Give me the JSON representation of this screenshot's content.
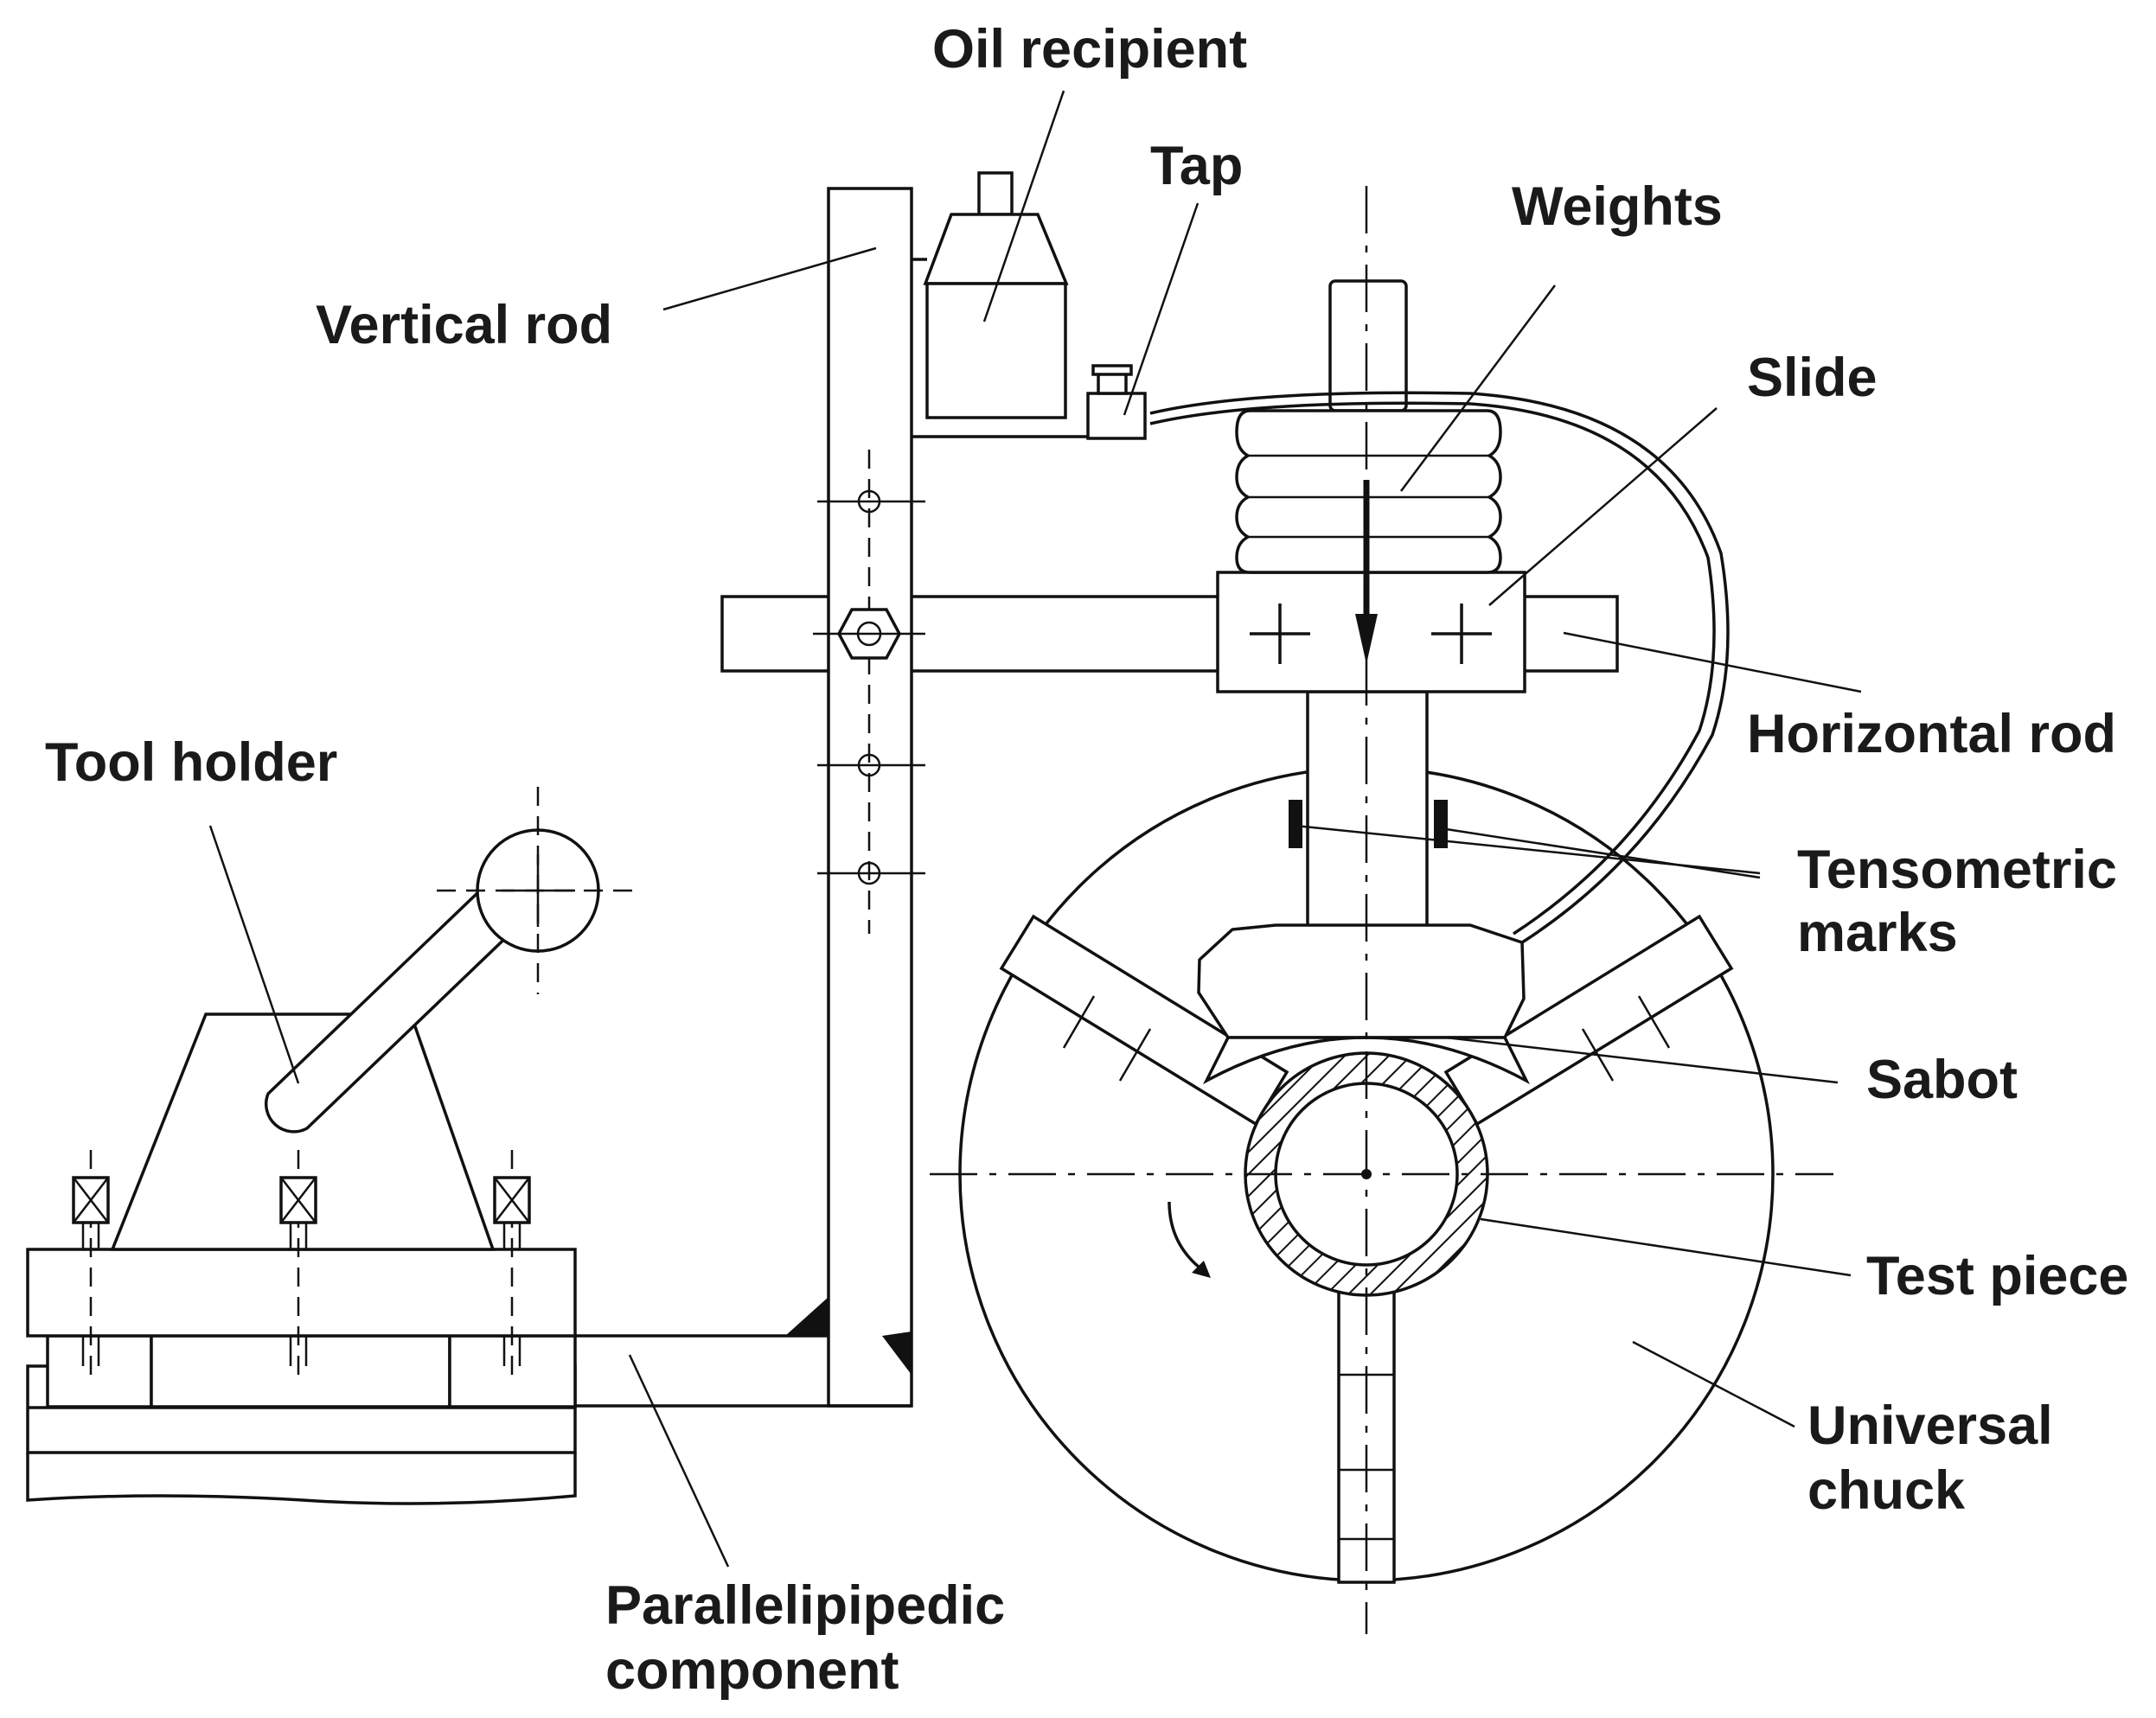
{
  "labels": {
    "oil_recipient": "Oil recipient",
    "tap": "Tap",
    "weights": "Weights",
    "vertical_rod": "Vertical rod",
    "slide": "Slide",
    "horizontal_rod": "Horizontal rod",
    "tool_holder": "Tool holder",
    "tensometric_marks_line1": "Tensometric",
    "tensometric_marks_line2": "marks",
    "sabot": "Sabot",
    "test_piece": "Test piece",
    "universal_chuck_line1": "Universal",
    "universal_chuck_line2": "chuck",
    "parallelipipedic_line1": "Parallelipipedic",
    "parallelipipedic_line2": "component"
  }
}
